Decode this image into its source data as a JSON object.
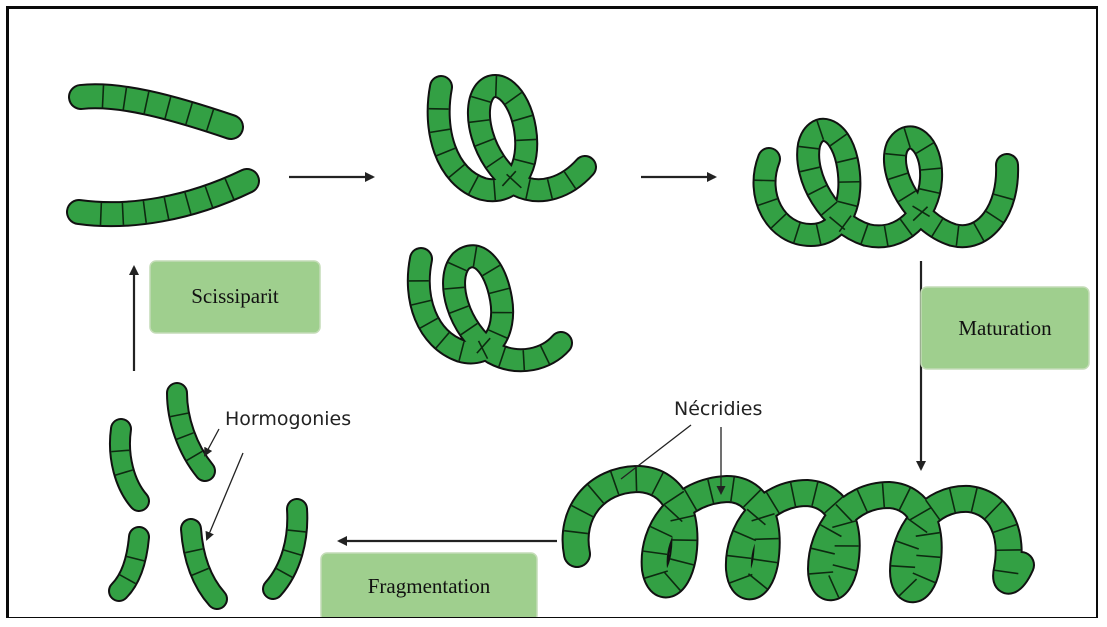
{
  "stages": {
    "scissiparit": "Scissiparit",
    "maturation": "Maturation",
    "fragmentation": "Fragmentation"
  },
  "annotations": {
    "hormogonies": "Hormogonies",
    "necridies": "Nécridies"
  },
  "colors": {
    "cell_fill": "#33a044",
    "cell_outline": "#111111",
    "stage_box": "#9fcf8e",
    "arrow": "#222222"
  }
}
